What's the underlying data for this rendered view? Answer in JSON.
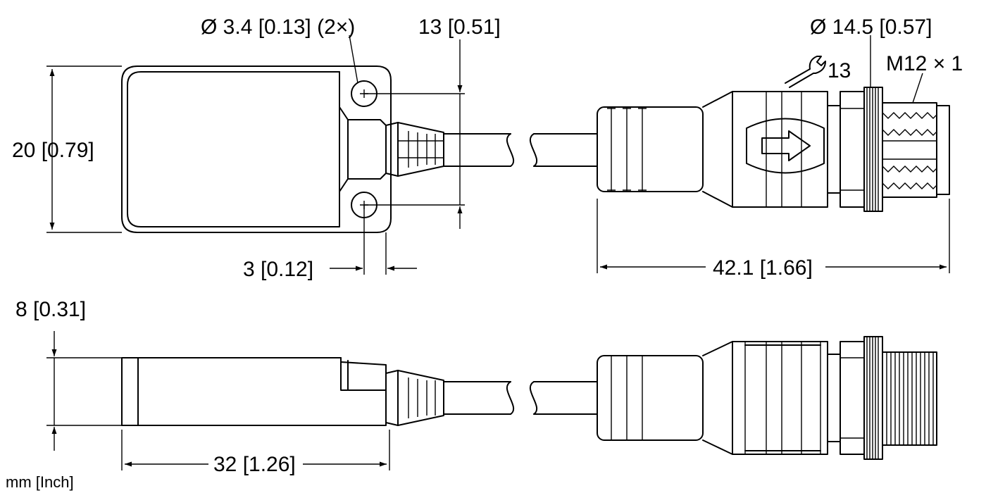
{
  "dimensions": {
    "hole_diameter": "Ø 3.4 [0.13] (2×)",
    "hole_spacing": "13 [0.51]",
    "connector_diameter": "Ø 14.5 [0.57]",
    "wrench_size": "13",
    "thread": "M12 × 1",
    "body_height": "20 [0.79]",
    "hole_offset": "3 [0.12]",
    "connector_length": "42.1 [1.66]",
    "body_thickness": "8 [0.31]",
    "body_length": "32 [1.26]"
  },
  "unit_note": "mm [Inch]",
  "icons": {
    "wrench": "wrench-icon",
    "arrow": "arrow-right-icon"
  }
}
